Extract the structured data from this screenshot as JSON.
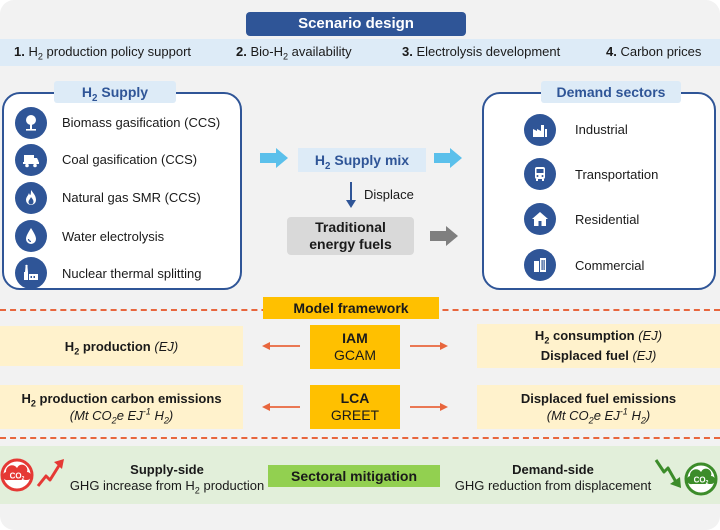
{
  "scenario": {
    "title": "Scenario design",
    "policies": [
      {
        "num": "1.",
        "pre": " H",
        "sub": "2",
        "post": " production policy support"
      },
      {
        "num": "2.",
        "pre": " Bio-H",
        "sub": "2",
        "post": " availability"
      },
      {
        "num": "3.",
        "pre": " Electrolysis development",
        "sub": "",
        "post": ""
      },
      {
        "num": "4.",
        "pre": " Carbon prices",
        "sub": "",
        "post": ""
      }
    ]
  },
  "supply": {
    "title_pre": "H",
    "title_sub": "2",
    "title_post": " Supply",
    "items": [
      {
        "label": "Biomass gasification (CCS)",
        "icon": "tree-icon"
      },
      {
        "label": "Coal gasification (CCS)",
        "icon": "coal-truck-icon"
      },
      {
        "label": "Natural gas SMR (CCS)",
        "icon": "flame-icon"
      },
      {
        "label": "Water electrolysis",
        "icon": "water-drop-icon"
      },
      {
        "label": "Nuclear thermal splitting",
        "icon": "nuclear-plant-icon"
      }
    ]
  },
  "middle": {
    "mix_pre": "H",
    "mix_sub": "2",
    "mix_post": " Supply mix",
    "displace": "Displace",
    "traditional_line1": "Traditional",
    "traditional_line2": "energy fuels"
  },
  "demand": {
    "title": "Demand sectors",
    "items": [
      {
        "label": "Industrial",
        "icon": "factory-icon"
      },
      {
        "label": "Transportation",
        "icon": "bus-icon"
      },
      {
        "label": "Residential",
        "icon": "house-icon"
      },
      {
        "label": "Commercial",
        "icon": "building-icon"
      }
    ]
  },
  "framework": {
    "title": "Model framework",
    "h2_production_pre": "H",
    "h2_production_sub": "2",
    "h2_production_post": " production ",
    "h2_production_unit": "(EJ)",
    "iam_title": "IAM",
    "iam_model": "GCAM",
    "consumption_pre": "H",
    "consumption_sub": "2",
    "consumption_post": " consumption ",
    "consumption_unit": "(EJ)",
    "displaced_fuel": "Displaced fuel ",
    "displaced_fuel_unit": "(EJ)",
    "emissions_pre": "H",
    "emissions_sub": "2",
    "emissions_post": " production carbon emissions",
    "emissions_unit_a": "(Mt CO",
    "emissions_unit_sub": "2",
    "emissions_unit_b": "e EJ",
    "emissions_unit_sup": "-1",
    "emissions_unit_c": " H",
    "emissions_unit_sub2": "2",
    "emissions_unit_d": ")",
    "lca_title": "LCA",
    "lca_model": "GREET",
    "displaced_emissions": "Displaced fuel emissions"
  },
  "mitigation": {
    "title": "Sectoral mitigation",
    "supply_side": "Supply-side",
    "supply_text_pre": "GHG increase from H",
    "supply_text_sub": "2",
    "supply_text_post": " production",
    "demand_side": "Demand-side",
    "demand_text": "GHG reduction from displacement",
    "co2_left_pre": "CO",
    "co2_left_sub": "2",
    "co2_right_pre": "CO",
    "co2_right_sub": "2"
  },
  "colors": {
    "navy": "#2f5597",
    "light_blue": "#ddebf7",
    "gold": "#ffc000",
    "pale_yellow": "#fff2cc",
    "green": "#92d050",
    "pale_green": "#e2efda",
    "orange_arrow": "#e8663d",
    "cyan_arrow": "#5bc0eb",
    "red": "#e53935",
    "dark_green": "#3c8c2a"
  }
}
